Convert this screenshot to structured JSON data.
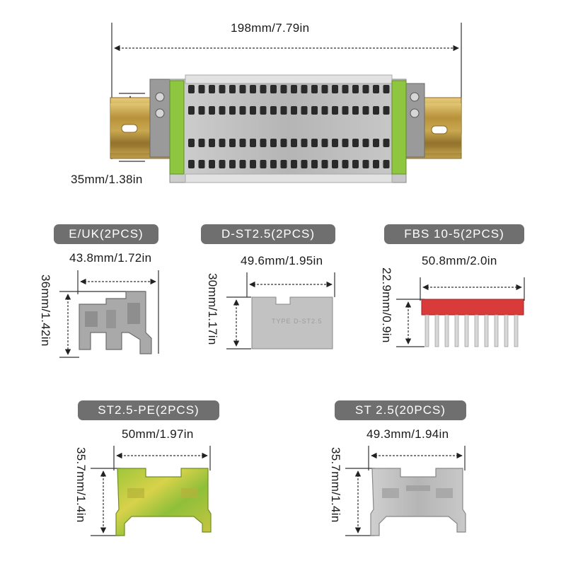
{
  "top": {
    "length_label": "198mm/7.79in",
    "height_label": "35mm/1.38in"
  },
  "parts": [
    {
      "title": "E/UK(2PCS)",
      "width_label": "43.8mm/1.72in",
      "height_label": "36mm/1.42in"
    },
    {
      "title": "D-ST2.5(2PCS)",
      "width_label": "49.6mm/1.95in",
      "height_label": "30mm/1.17in",
      "engraving": "TYPE D-ST2.5"
    },
    {
      "title": "FBS 10-5(2PCS)",
      "width_label": "50.8mm/2.0in",
      "height_label": "22.9mm/0.9in"
    },
    {
      "title": "ST2.5-PE(2PCS)",
      "width_label": "50mm/1.97in",
      "height_label": "35.7mm/1.4in"
    },
    {
      "title": "ST 2.5(20PCS)",
      "width_label": "49.3mm/1.94in",
      "height_label": "35.7mm/1.4in"
    }
  ],
  "colors": {
    "label_bg": "#6f6f6f",
    "terminal_gray": "#b9b9b9",
    "ground_green": "#8ec63f",
    "jumper_red": "#d93a3a",
    "rail_gold": "#c8a43c"
  }
}
